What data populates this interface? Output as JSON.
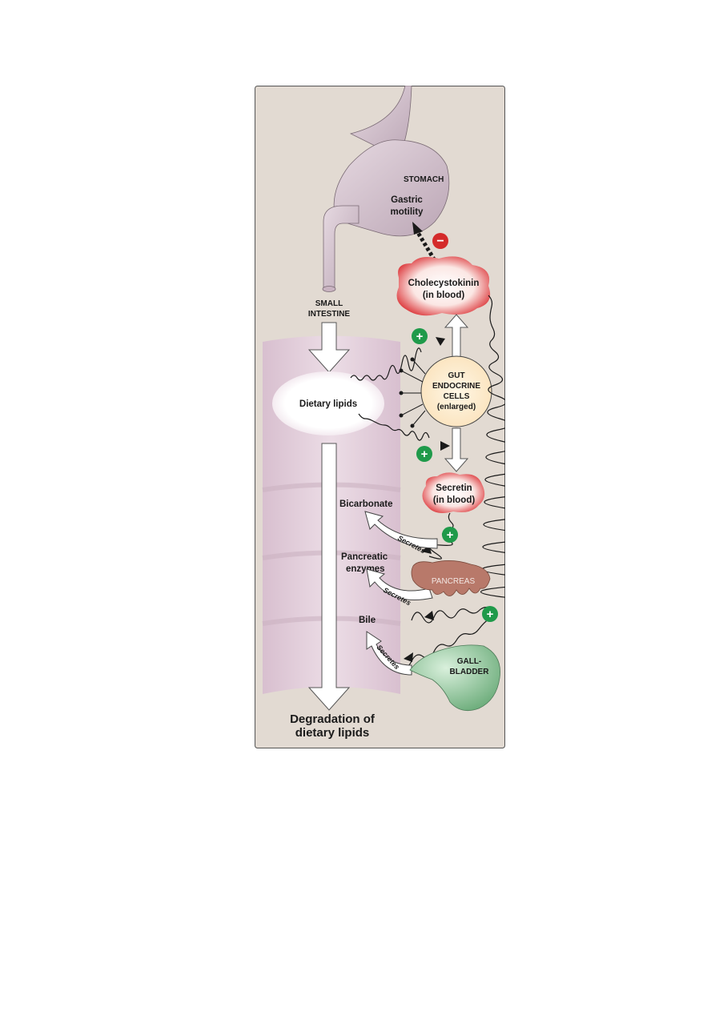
{
  "labels": {
    "stomach": "STOMACH",
    "gastric_motility_1": "Gastric",
    "gastric_motility_2": "motility",
    "small_intestine_1": "SMALL",
    "small_intestine_2": "INTESTINE",
    "cck_1": "Cholecystokinin",
    "cck_2": "(in blood)",
    "dietary_lipids": "Dietary lipids",
    "gut_1": "GUT",
    "gut_2": "ENDOCRINE",
    "gut_3": "CELLS",
    "gut_4": "(enlarged)",
    "secretin_1": "Secretin",
    "secretin_2": "(in blood)",
    "bicarbonate": "Bicarbonate",
    "pancreatic_1": "Pancreatic",
    "pancreatic_2": "enzymes",
    "pancreas": "PANCREAS",
    "bile": "Bile",
    "gallbladder_1": "GALL-",
    "gallbladder_2": "BLADDER",
    "secretes": "Secretes",
    "degradation_1": "Degradation of",
    "degradation_2": "dietary lipids",
    "minus": "−",
    "plus": "+"
  },
  "colors": {
    "background": "#e2dad2",
    "intestine": "#e4cfdc",
    "stomach": "#d2c0cc",
    "cck_red": "#d9262a",
    "plus_green": "#1f9a4a",
    "minus_red": "#d42a2a",
    "pancreas": "#b8796a",
    "gallbladder": "#8fc49a"
  }
}
